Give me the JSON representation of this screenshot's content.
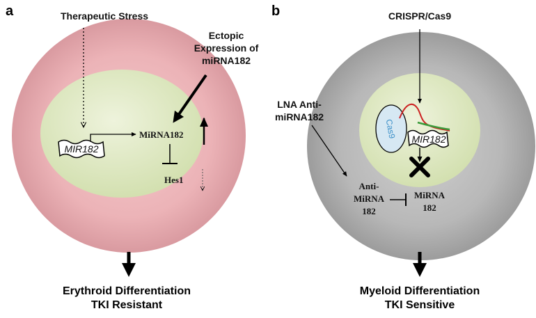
{
  "panel_a": {
    "letter": "a",
    "stress_label": "Therapeutic Stress",
    "ectopic_label": [
      "Ectopic",
      "Expression of",
      "miRNA182"
    ],
    "gene_box": "MIR182",
    "mirna": "MiRNA182",
    "target": "Hes1",
    "outcome": [
      "Erythroid Differentiation",
      "TKI Resistant"
    ],
    "colors": {
      "outer": "#ecb3b7",
      "inner": "#dfe8c6"
    }
  },
  "panel_b": {
    "letter": "b",
    "crispr_label": "CRISPR/Cas9",
    "lna_label": [
      "LNA Anti-",
      "miRNA182"
    ],
    "cas9": "Cas9",
    "gene_box": "MIR182",
    "anti_mirna": [
      "Anti-",
      "MiRNA",
      "182"
    ],
    "mirna": [
      "MiRNA",
      "182"
    ],
    "outcome": [
      "Myeloid Differentiation",
      "TKI Sensitive"
    ],
    "colors": {
      "outer": "#b8b8b8",
      "inner": "#dfe8c6",
      "cas9_fill": "#d6e8f3",
      "cas9_text": "#3a8fc8",
      "guide_red": "#cc2222",
      "guide_green": "#3a9a3a"
    }
  }
}
